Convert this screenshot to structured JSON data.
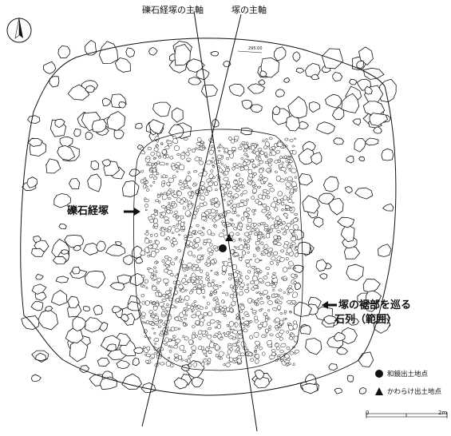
{
  "labels": {
    "axis_kyozuka": "礫石経塚の主軸",
    "axis_mound": "塚の主軸",
    "kyozuka": "礫石経塚",
    "stone_row_line1": "塚の裾部を巡る",
    "stone_row_line2": "石列（範囲）",
    "contour_elevation": "295.00"
  },
  "legend": [
    {
      "marker": "circle",
      "label": "和鏡出土地点"
    },
    {
      "marker": "triangle",
      "label": "かわらけ出土地点"
    }
  ],
  "scale": {
    "start": "0",
    "end": "2m"
  },
  "north_arrow": {
    "name": "north-arrow-icon"
  },
  "colors": {
    "ink": "#111111",
    "paper": "#ffffff"
  }
}
